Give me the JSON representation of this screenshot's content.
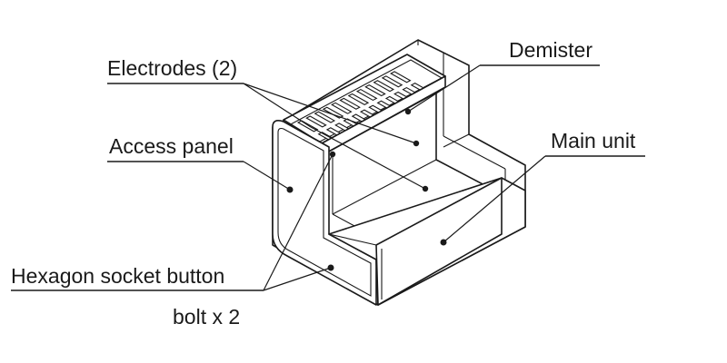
{
  "labels": {
    "electrodes": "Electrodes (2)",
    "demister": "Demister",
    "access_panel": "Access panel",
    "main_unit": "Main unit",
    "hex_bolt_line1": "Hexagon socket button",
    "hex_bolt_line2": "bolt x 2"
  },
  "colors": {
    "line": "#1a1a1a",
    "background": "#ffffff"
  }
}
